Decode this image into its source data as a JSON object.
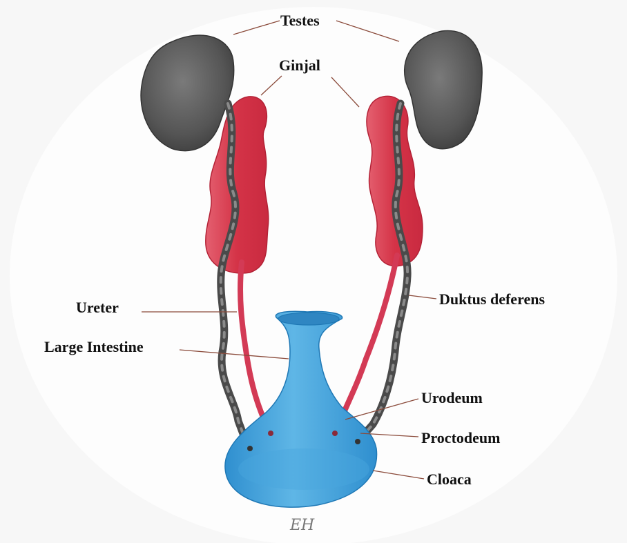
{
  "labels": {
    "testes": "Testes",
    "ginjal": "Ginjal",
    "ureter": "Ureter",
    "large_intestine": "Large Intestine",
    "duktus_deferens": "Duktus deferens",
    "urodeum": "Urodeum",
    "proctodeum": "Proctodeum",
    "cloaca": "Cloaca"
  },
  "signature": "EH",
  "colors": {
    "testis": "#5c5c5c",
    "kidney": "#d83a4e",
    "duct": "#5a5a5a",
    "ureter": "#d33a55",
    "cloaca": "#3fa2d8",
    "leader_line": "#8a4a3a"
  }
}
